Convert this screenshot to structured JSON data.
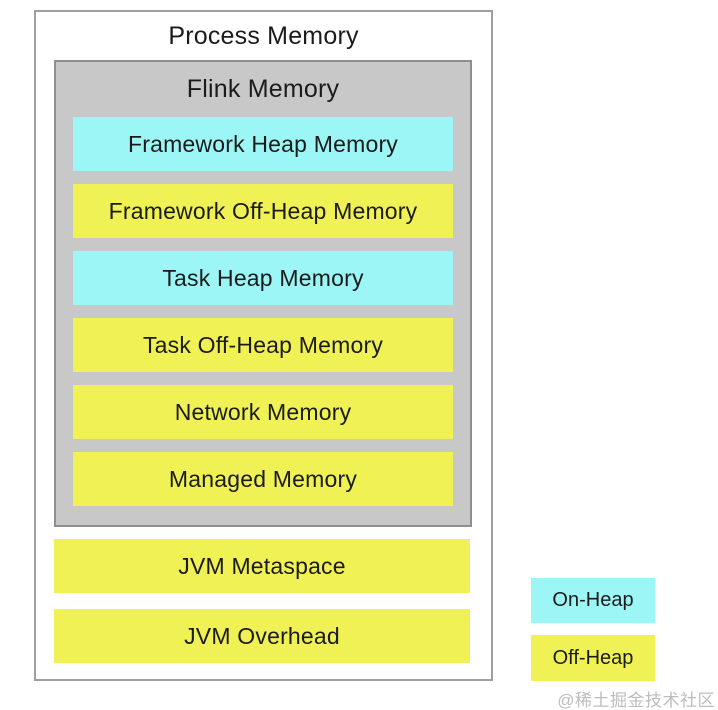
{
  "diagram": {
    "title": "Process Memory",
    "flink": {
      "title": "Flink Memory",
      "rows": [
        {
          "label": "Framework Heap Memory",
          "type": "on-heap"
        },
        {
          "label": "Framework Off-Heap Memory",
          "type": "off-heap"
        },
        {
          "label": "Task Heap Memory",
          "type": "on-heap"
        },
        {
          "label": "Task Off-Heap Memory",
          "type": "off-heap"
        },
        {
          "label": "Network Memory",
          "type": "off-heap"
        },
        {
          "label": "Managed Memory",
          "type": "off-heap"
        }
      ]
    },
    "jvm_rows": [
      {
        "label": "JVM Metaspace",
        "type": "off-heap"
      },
      {
        "label": "JVM Overhead",
        "type": "off-heap"
      }
    ]
  },
  "legend": {
    "items": [
      {
        "label": "On-Heap",
        "type": "on-heap"
      },
      {
        "label": "Off-Heap",
        "type": "off-heap"
      }
    ]
  },
  "watermark": "@稀土掘金技术社区",
  "colors": {
    "on_heap": "#9cf6f6",
    "off_heap": "#f0f155",
    "flink_bg": "#c8c8c8"
  }
}
